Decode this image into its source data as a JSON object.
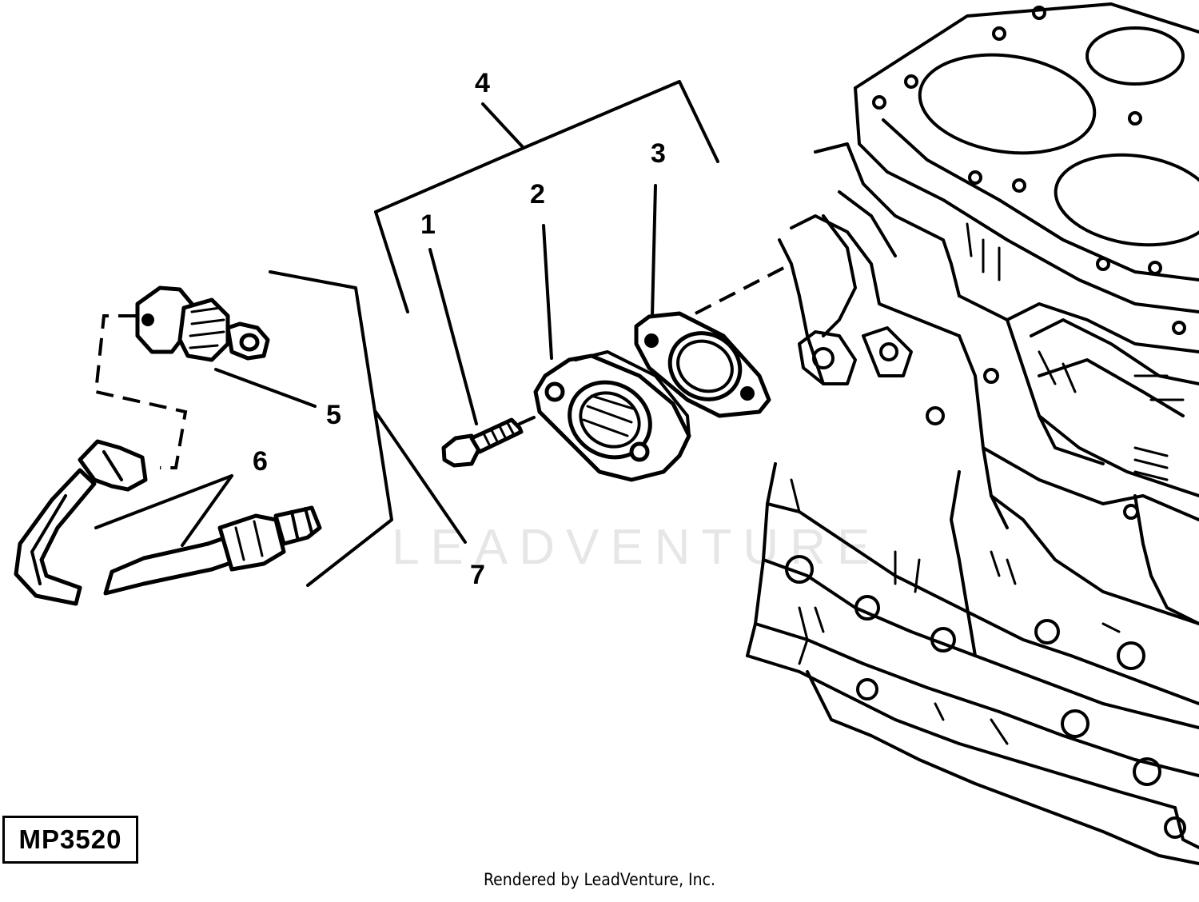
{
  "figure_id": "MP3520",
  "watermark": "LEADVENTURE",
  "credit": "Rendered by LeadVenture, Inc.",
  "callouts": [
    "1",
    "2",
    "3",
    "4",
    "5",
    "6",
    "7"
  ]
}
